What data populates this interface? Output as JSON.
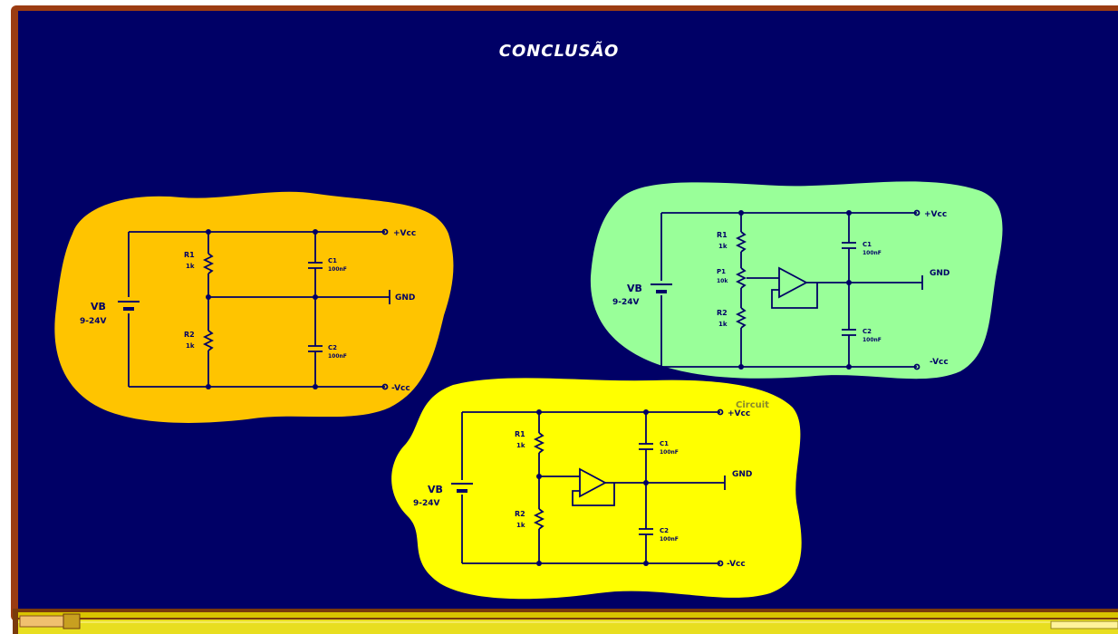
{
  "title": "CONCLUSÃO",
  "colors": {
    "board": "#000066",
    "frame": "#9b3c12",
    "blob_orange": "#ffc400",
    "blob_green": "#99ff99",
    "blob_yellow": "#ffff00",
    "wire": "#000066",
    "tray": "#d9c400"
  },
  "circuits": {
    "orange": {
      "vcc_label": "+Vcc",
      "gnd_label": "GND",
      "vee_label": "-Vcc",
      "battery_label": "VB",
      "battery_voltage": "9-24V",
      "r1_label": "R1",
      "r1_value": "1k",
      "r2_label": "R2",
      "r2_value": "1k",
      "c1_label": "C1",
      "c1_value": "100nF",
      "c2_label": "C2",
      "c2_value": "100nF"
    },
    "green": {
      "vcc_label": "+Vcc",
      "gnd_label": "GND",
      "vee_label": "-Vcc",
      "battery_label": "VB",
      "battery_voltage": "9-24V",
      "r1_label": "R1",
      "r1_value": "1k",
      "p1_label": "P1",
      "p1_value": "10k",
      "r2_label": "R2",
      "r2_value": "1k",
      "c1_label": "C1",
      "c1_value": "100nF",
      "c2_label": "C2",
      "c2_value": "100nF"
    },
    "yellow": {
      "vcc_label": "+Vcc",
      "gnd_label": "GND",
      "vee_label": "-Vcc",
      "battery_label": "VB",
      "battery_voltage": "9-24V",
      "r1_label": "R1",
      "r1_value": "1k",
      "r2_label": "R2",
      "r2_value": "1k",
      "c1_label": "C1",
      "c1_value": "100nF",
      "c2_label": "C2",
      "c2_value": "100nF",
      "overlay_text": "Circuit"
    }
  }
}
